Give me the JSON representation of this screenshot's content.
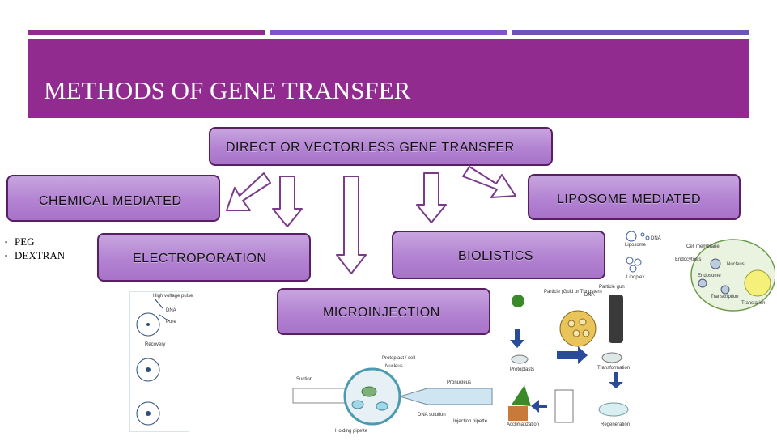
{
  "title": "METHODS OF GENE TRANSFER",
  "colors": {
    "header": "#922b8f",
    "bar_left": "#922b8f",
    "bar_mid": "#7f54c8",
    "bar_right": "#6d55b8",
    "box_fill": "#b88ad6",
    "box_border": "#5a1f63"
  },
  "nodes": {
    "root": "DIRECT OR VECTORLESS GENE TRANSFER",
    "chemical": "CHEMICAL MEDIATED",
    "liposome": "LIPOSOME MEDIATED",
    "electroporation": "ELECTROPORATION",
    "biolistics": "BIOLISTICS",
    "microinjection": "MICROINJECTION"
  },
  "chemical_items": [
    "PEG",
    "DEXTRAN"
  ],
  "images": {
    "liposome": {
      "labels": [
        "Liposome",
        "DNA",
        "Lipoplex",
        "Endocytosis",
        "Cell membrane",
        "Nucleus",
        "Endosome",
        "Transcription",
        "Translation"
      ]
    },
    "electroporation": {
      "labels": [
        "High voltage pulse",
        "DNA",
        "Pore",
        "Recovery"
      ]
    },
    "microinjection": {
      "labels": [
        "Protoplast / cell",
        "Nucleus",
        "Suction",
        "Pronucleus",
        "DNA solution",
        "Injection pipette",
        "Holding pipette"
      ]
    },
    "biolistics": {
      "labels": [
        "Particle (Gold or Tungsten)",
        "DNA",
        "Particle gun",
        "Protoplasts",
        "Transformation",
        "Acclimatization",
        "Regeneration"
      ]
    }
  }
}
